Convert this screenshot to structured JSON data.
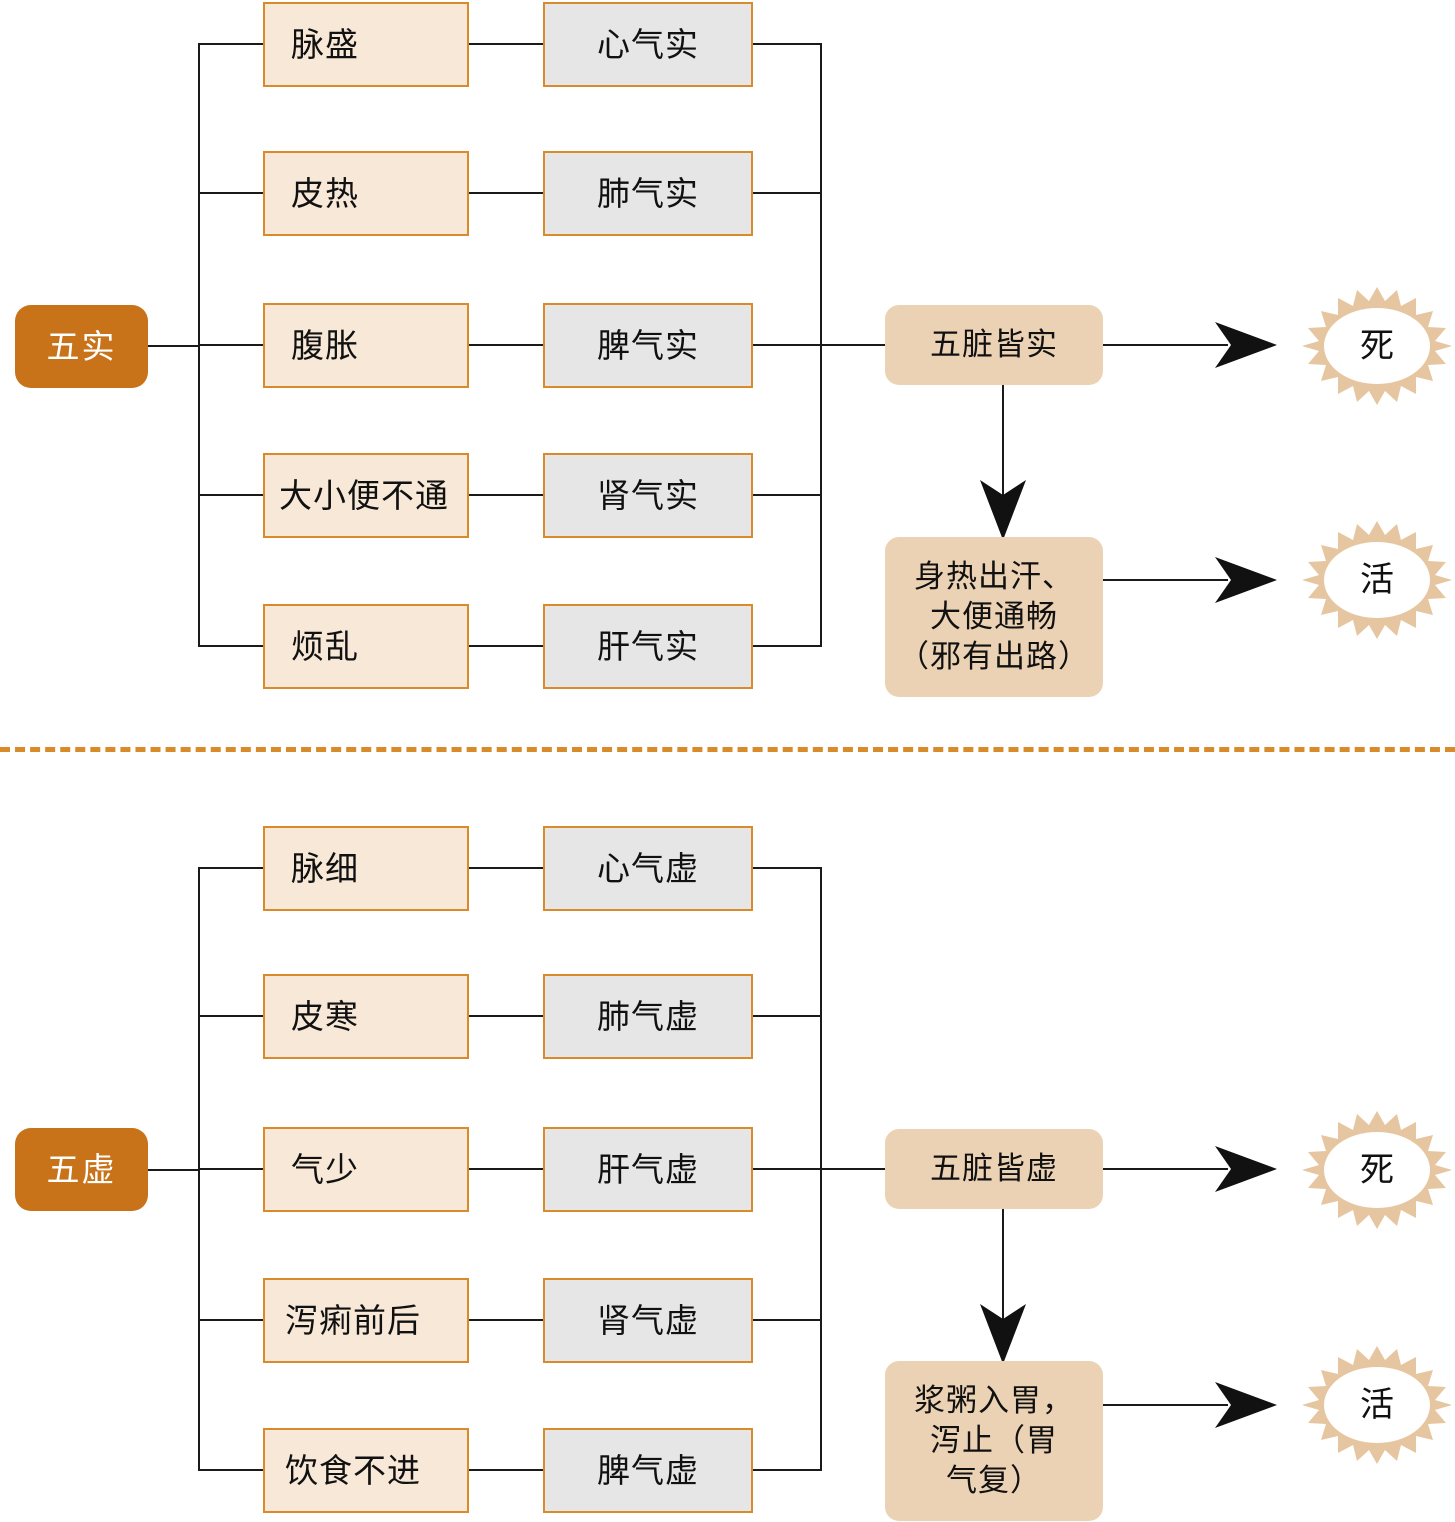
{
  "diagram": {
    "title_top": "五实",
    "title_bottom": "五虚",
    "colors": {
      "root_fill": "#C87319",
      "symptom_fill": "#F7E8D8",
      "organ_fill": "#E6E6E6",
      "box_border": "#D98B2B",
      "summary_fill": "#EBD2B4",
      "burst_fill": "#E6C6A0",
      "burst_inner": "#FFFFFF",
      "line": "#1A1A1A",
      "divider": "#D98B2B"
    },
    "sections": [
      {
        "id": "wushi",
        "root": "五实",
        "rows": [
          {
            "symptom": "脉盛",
            "organ": "心气实"
          },
          {
            "symptom": "皮热",
            "organ": "肺气实"
          },
          {
            "symptom": "腹胀",
            "organ": "脾气实"
          },
          {
            "symptom": "大小便不通",
            "organ": "肾气实"
          },
          {
            "symptom": "烦乱",
            "organ": "肝气实"
          }
        ],
        "summary": "五脏皆实",
        "outcome_bad": "死",
        "condition": "身热出汗、\n大便通畅\n（邪有出路）",
        "outcome_good": "活"
      },
      {
        "id": "wuxu",
        "root": "五虚",
        "rows": [
          {
            "symptom": "脉细",
            "organ": "心气虚"
          },
          {
            "symptom": "皮寒",
            "organ": "肺气虚"
          },
          {
            "symptom": "气少",
            "organ": "肝气虚"
          },
          {
            "symptom": "泻痢前后",
            "organ": "肾气虚"
          },
          {
            "symptom": "饮食不进",
            "organ": "脾气虚"
          }
        ],
        "summary": "五脏皆虚",
        "outcome_bad": "死",
        "condition": "浆粥入胃，\n泻止（胃\n气复）",
        "outcome_good": "活"
      }
    ]
  }
}
